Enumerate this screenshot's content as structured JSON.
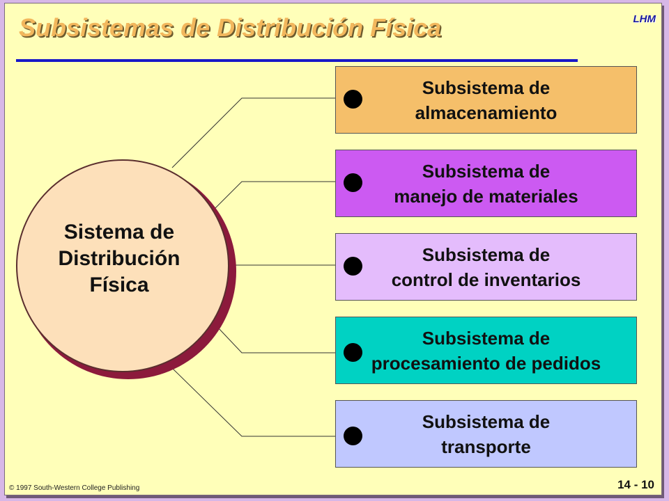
{
  "title": "Subsistemas de Distribución Física",
  "author": "LHM",
  "center": {
    "label": "Sistema de\nDistribución\nFísica",
    "fill": "#fde0ba"
  },
  "subsystems": [
    {
      "label": "Subsistema de\nalmacenamiento",
      "color": "#f5bf6a"
    },
    {
      "label": "Subsistema de\nmanejo de materiales",
      "color": "#cc5af2"
    },
    {
      "label": "Subsistema de\ncontrol de inventarios",
      "color": "#e4bcfc"
    },
    {
      "label": "Subsistema de\nprocesamiento de pedidos",
      "color": "#00d2c3"
    },
    {
      "label": "Subsistema de\ntransporte",
      "color": "#c0c8ff"
    }
  ],
  "footer": {
    "copyright": "© 1997 South-Western College Publishing",
    "page": "14 - 10"
  }
}
